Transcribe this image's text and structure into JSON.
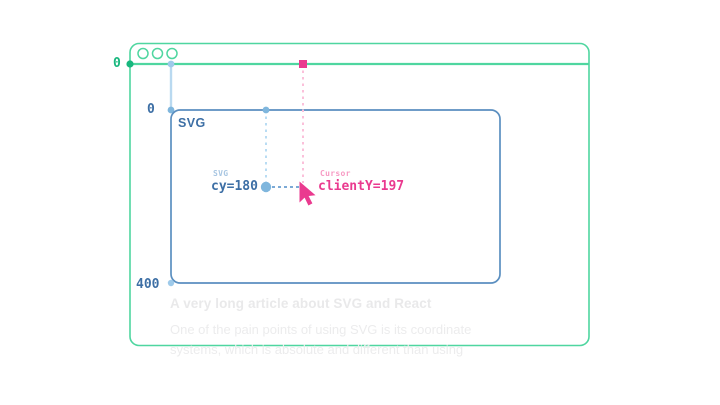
{
  "colors": {
    "window_green": "#4fd6a0",
    "green_text": "#18b77e",
    "svg_blue": "#5b8fc0",
    "blue_text": "#3d6fa5",
    "blue_light": "#a8cde8",
    "pink": "#ea3a8f",
    "pink_light": "#f79ac3",
    "article_gray": "#e9e9ea"
  },
  "browser_window": {
    "name": "browser-window",
    "traffic_lights": [
      "close",
      "minimize",
      "maximize"
    ],
    "origin_label": "0"
  },
  "svg_box": {
    "label": "SVG",
    "top_label": "0",
    "bottom_label": "400"
  },
  "annotations": {
    "svg_point": {
      "tag": "SVG",
      "value": "cy=180"
    },
    "cursor_point": {
      "tag": "Cursor",
      "value": "clientY=197"
    }
  },
  "article": {
    "title": "A very long article about SVG and React",
    "body": "One of the pain  points of using SVG is its coordinate\nsystems, which is absolute and different than using"
  }
}
